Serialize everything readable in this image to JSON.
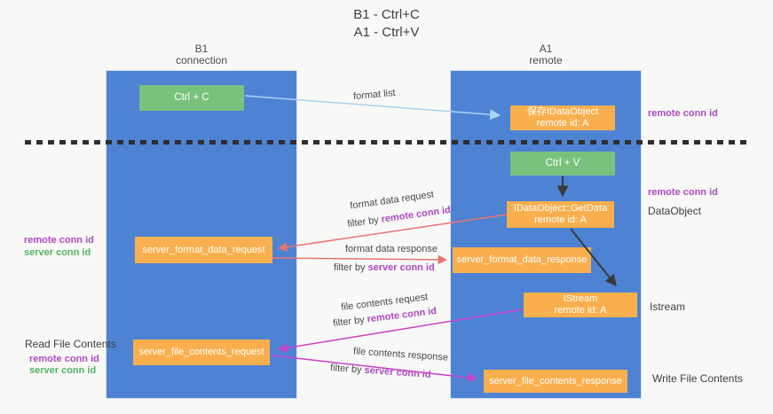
{
  "title": {
    "line1": "B1 - Ctrl+C",
    "line2": "A1 - Ctrl+V"
  },
  "lanes": {
    "left": {
      "name": "B1",
      "role": "connection"
    },
    "right": {
      "name": "A1",
      "role": "remote"
    }
  },
  "nodes": {
    "ctrl_c": "Ctrl + C",
    "ctrl_v": "Ctrl + V",
    "save_dataobject_line1": "保存IDataObject",
    "save_dataobject_line2": "remote id: A",
    "getdata_line1": "IDataObject::GetData",
    "getdata_line2": "remote id: A",
    "istream_line1": "IStream",
    "istream_line2": "remote id: A",
    "server_format_data_request": "server_format_data_request",
    "server_format_data_response": "server_format_data_response",
    "server_file_contents_request": "server_file_contents_request",
    "server_file_contents_response": "server_file_contents_response"
  },
  "edge_labels": {
    "format_list": "format list",
    "format_data_request": "format data request",
    "format_data_response": "format data response",
    "file_contents_request": "file contents request",
    "file_contents_response": "file contents response",
    "filter_by": "filter by ",
    "remote_conn_id": "remote conn id",
    "server_conn_id": "server conn id"
  },
  "side_labels": {
    "remote_conn_id": "remote conn id",
    "server_conn_id": "server conn id",
    "dataobject": "DataObject",
    "istream": "Istream",
    "read_file_contents": "Read File Contents",
    "write_file_contents": "Write File Contents"
  },
  "colors": {
    "lane_blue": "#4e83d4",
    "node_orange": "#f9af4d",
    "node_green": "#78c27d",
    "remote_conn_purple": "#ab4ac2",
    "server_conn_green": "#52b364",
    "arrow_red": "#e87472",
    "arrow_magenta": "#c940c9",
    "arrow_lightblue": "#a9d3f2",
    "arrow_black": "#3a3a3a"
  }
}
